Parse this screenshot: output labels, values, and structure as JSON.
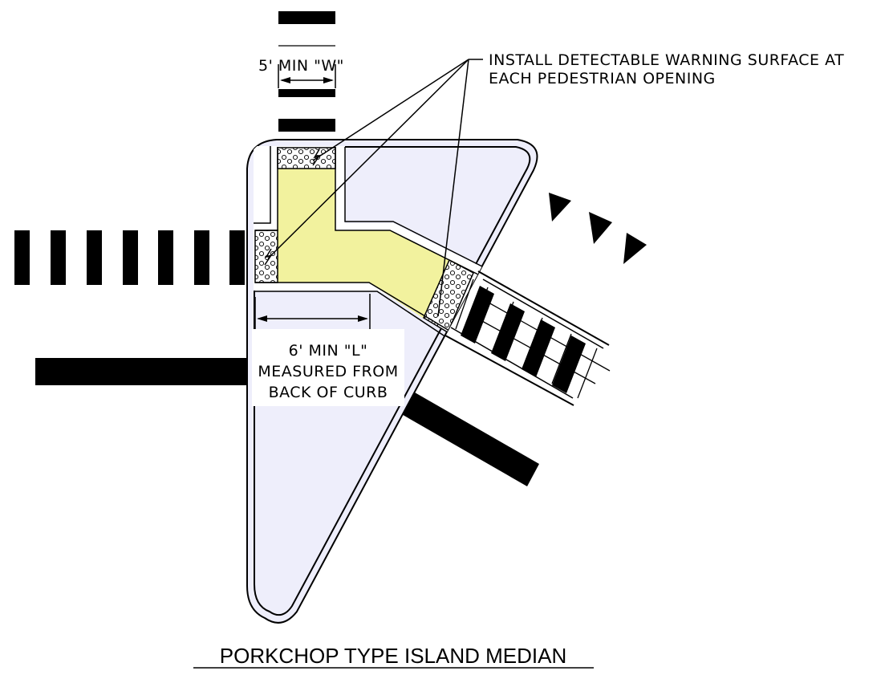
{
  "drawing": {
    "title": "PORKCHOP TYPE ISLAND MEDIAN",
    "callouts": {
      "warning_line1": "INSTALL DETECTABLE WARNING SURFACE AT",
      "warning_line2": "EACH PEDESTRIAN OPENING",
      "width_label": "5' MIN \"W\"",
      "length_line1": "6' MIN \"L\"",
      "length_line2": "MEASURED FROM",
      "length_line3": "BACK OF CURB"
    },
    "colors": {
      "island_fill": "#eeeefb",
      "walkway_fill": "#f2f29e",
      "marking": "#000000"
    }
  }
}
